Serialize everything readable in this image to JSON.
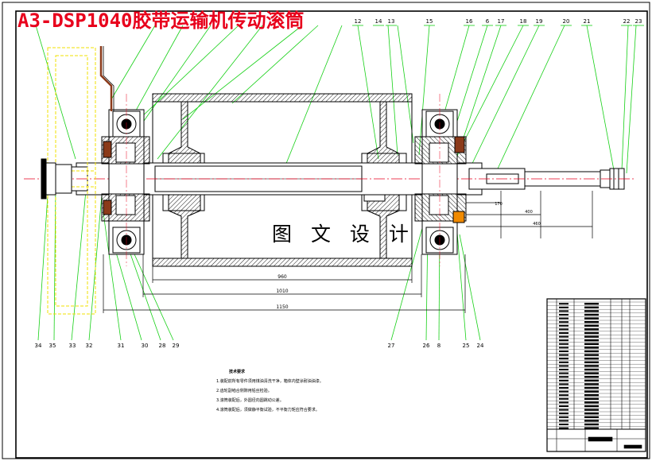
{
  "title": "A3-DSP1040胶带运输机传动滚筒",
  "watermark": "图 文 设 计",
  "callouts_top": [
    "12",
    "14",
    "13",
    "15",
    "16",
    "6",
    "17",
    "18",
    "19",
    "20",
    "21",
    "22",
    "23"
  ],
  "callouts_bottom": [
    "34",
    "35",
    "33",
    "32",
    "31",
    "30",
    "28",
    "29",
    "27",
    "26",
    "8",
    "25",
    "24"
  ],
  "dimensions": {
    "d960": "960",
    "d1010": "1010",
    "d1150": "1150",
    "d170": "170",
    "d400": "400",
    "d460": "460"
  },
  "tech_notes": {
    "title": "技术要求",
    "lines": [
      "1.装配前所有零件须用煤油清洗干净，箱体内壁涂耐油油漆。",
      "2.齿轮副啮合侧隙用铅丝检验。",
      "3.滚筒装配后，外圆径向圆跳动公差。",
      "4.滚筒装配后，须做静平衡试验，不平衡力矩应符合要求。"
    ]
  }
}
